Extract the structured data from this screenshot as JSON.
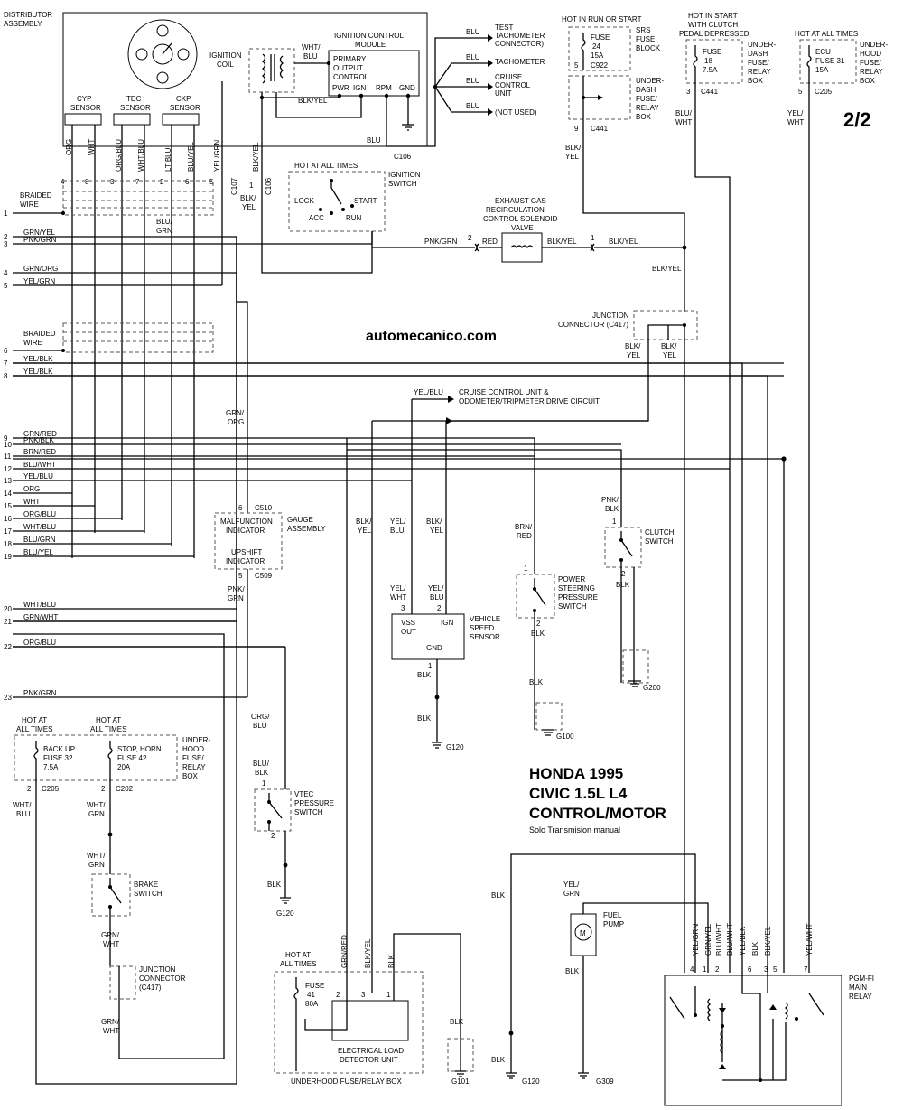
{
  "page_marker": "2/2",
  "watermark": "automecanico.com",
  "title": {
    "line1": "HONDA 1995",
    "line2": "CIVIC 1.5L  L4",
    "line3": "CONTROL/MOTOR",
    "note": "Solo Transmision manual"
  },
  "distributor": {
    "label1": "DISTRIBUTOR",
    "label2": "ASSEMBLY",
    "ignition_coil": [
      "IGNITION",
      "COIL"
    ],
    "icm": [
      "IGNITION CONTROL",
      "MODULE"
    ],
    "icm_inner": [
      "PRIMARY",
      "OUTPUT",
      "CONTROL"
    ],
    "icm_pins": [
      "PWR",
      "IGN",
      "RPM",
      "GND"
    ],
    "sensors": [
      {
        "name": [
          "CYP",
          "SENSOR"
        ]
      },
      {
        "name": [
          "TDC",
          "SENSOR"
        ]
      },
      {
        "name": [
          "CKP",
          "SENSOR"
        ]
      }
    ],
    "pins": [
      "4",
      "8",
      "3",
      "7",
      "2",
      "6",
      "5",
      "1"
    ],
    "wire_colors": [
      "ORG",
      "WHT",
      "ORG/BLU",
      "WHT/BLU",
      "LT BLU",
      "BLU/YEL",
      "YEL/GRN",
      "BLK/YEL"
    ],
    "connectors": [
      "C107",
      "C106"
    ],
    "wht_blu": [
      "WHT/",
      "BLU"
    ],
    "blk_yel": "BLK/YEL"
  },
  "tach_outputs": [
    {
      "wire": "BLU",
      "label": [
        "TEST",
        "TACHOMETER",
        "CONNECTOR)"
      ]
    },
    {
      "wire": "BLU",
      "label": [
        "TACHOMETER"
      ]
    },
    {
      "wire": "BLU",
      "label": [
        "CRUISE",
        "CONTROL",
        "UNIT"
      ]
    },
    {
      "wire": "BLU",
      "label": [
        "(NOT USED)"
      ]
    }
  ],
  "c106_blu": "BLU",
  "c106_label": "C106",
  "ignition_switch": {
    "hot": "HOT AT ALL TIMES",
    "name": [
      "IGNITION",
      "SWITCH"
    ],
    "positions": [
      "LOCK",
      "START",
      "ACC",
      "RUN"
    ]
  },
  "srs_fuse": {
    "hot": "HOT IN RUN OR START",
    "fuse": [
      "FUSE",
      "24",
      "15A"
    ],
    "conn": "C922",
    "pin": "5",
    "box": [
      "SRS",
      "FUSE",
      "BLOCK"
    ],
    "box2": [
      "UNDER-",
      "DASH",
      "FUSE/",
      "RELAY",
      "BOX"
    ],
    "pin2": "9",
    "conn2": "C441",
    "wire": [
      "BLK/",
      "YEL"
    ]
  },
  "clutch_fuse": {
    "hot": [
      "HOT IN START",
      "WITH CLUTCH",
      "PEDAL DEPRESSED"
    ],
    "fuse": [
      "FUSE",
      "18",
      "7.5A"
    ],
    "box": [
      "UNDER-",
      "DASH",
      "FUSE/",
      "RELAY",
      "BOX"
    ],
    "pin": "3",
    "conn": "C441",
    "wire": [
      "BLU/",
      "WHT"
    ]
  },
  "ecu_fuse": {
    "hot": "HOT AT ALL TIMES",
    "fuse": [
      "ECU",
      "FUSE 31",
      "15A"
    ],
    "box": [
      "UNDER-",
      "HOOD",
      "FUSE/",
      "RELAY",
      "BOX"
    ],
    "pin": "5",
    "conn": "C205",
    "wire": [
      "YEL/",
      "WHT"
    ]
  },
  "left_wires": [
    {
      "num": "1",
      "label": [
        "BRAIDED",
        "WIRE"
      ]
    },
    {
      "num": "2",
      "label": [
        "GRN/YEL"
      ]
    },
    {
      "num": "3",
      "label": [
        "PNK/GRN"
      ]
    },
    {
      "num": "4",
      "label": [
        "GRN/ORG"
      ]
    },
    {
      "num": "5",
      "label": [
        "YEL/GRN"
      ]
    },
    {
      "num": "6",
      "label": [
        "BRAIDED",
        "WIRE"
      ]
    },
    {
      "num": "7",
      "label": [
        "YEL/BLK"
      ]
    },
    {
      "num": "8",
      "label": [
        "YEL/BLK"
      ]
    },
    {
      "num": "9",
      "label": [
        "GRN/RED"
      ]
    },
    {
      "num": "10",
      "label": [
        "PNK/BLK"
      ]
    },
    {
      "num": "11",
      "label": [
        "BRN/RED"
      ]
    },
    {
      "num": "12",
      "label": [
        "BLU/WHT"
      ]
    },
    {
      "num": "13",
      "label": [
        "YEL/BLU"
      ]
    },
    {
      "num": "14",
      "label": [
        "ORG"
      ]
    },
    {
      "num": "15",
      "label": [
        "WHT"
      ]
    },
    {
      "num": "16",
      "label": [
        "ORG/BLU"
      ]
    },
    {
      "num": "17",
      "label": [
        "WHT/BLU"
      ]
    },
    {
      "num": "18",
      "label": [
        "BLU/GRN"
      ]
    },
    {
      "num": "19",
      "label": [
        "BLU/YEL"
      ]
    },
    {
      "num": "20",
      "label": [
        "WHT/BLU"
      ]
    },
    {
      "num": "21",
      "label": [
        "GRN/WHT"
      ]
    },
    {
      "num": "22",
      "label": [
        "ORG/BLU"
      ]
    },
    {
      "num": "23",
      "label": [
        "PNK/GRN"
      ]
    }
  ],
  "blu_grn_mid": [
    "BLU/",
    "GRN"
  ],
  "blk_yel_mid": [
    "BLK/",
    "YEL"
  ],
  "egr": {
    "title": [
      "EXHAUST GAS",
      "RECIRCULATION",
      "CONTROL SOLENOID",
      "VALVE"
    ],
    "pin_left": "2",
    "pin_right": "1",
    "w1": "PNK/GRN",
    "w2": "RED",
    "w3": "BLK/YEL",
    "w4": "BLK/YEL",
    "down": "BLK/YEL"
  },
  "junction_c417": {
    "label": [
      "JUNCTION",
      "CONNECTOR (C417)"
    ],
    "w1": [
      "BLK/",
      "YEL"
    ],
    "w2": [
      "BLK/",
      "YEL"
    ]
  },
  "cruise_link": {
    "wire": "YEL/BLU",
    "label": [
      "CRUISE CONTROL UNIT &",
      "ODOMETER/TRIPMETER DRIVE CIRCUIT"
    ]
  },
  "grn_org": [
    "GRN/",
    "ORG"
  ],
  "gauge": {
    "pin_top": "6",
    "conn_top": "C510",
    "name": [
      "GAUGE",
      "ASSEMBLY"
    ],
    "items": [
      "MALFUNCTION",
      "INDICATOR",
      "UPSHIFT",
      "INDICATOR"
    ],
    "pin_bot": "5",
    "conn_bot": "C509",
    "wire": [
      "PNK/",
      "GRN"
    ]
  },
  "vss": {
    "w_left_top": [
      "YEL/",
      "BLU"
    ],
    "w_right_top": [
      "BLK/",
      "YEL"
    ],
    "w_left": [
      "YEL/",
      "WHT"
    ],
    "w_right": [
      "YEL/",
      "BLU"
    ],
    "pins": [
      "3",
      "2",
      "1"
    ],
    "terminals": [
      "VSS",
      "OUT",
      "IGN",
      "GND"
    ],
    "name": [
      "VEHICLE",
      "SPEED",
      "SENSOR"
    ],
    "gnd_wire": "BLK",
    "gnd_wire2": "BLK",
    "ground": "G120"
  },
  "blk_yel_long": [
    "BLK/",
    "YEL"
  ],
  "ps_switch": {
    "wire": [
      "BRN/",
      "RED"
    ],
    "pin1": "1",
    "pin2": "2",
    "name": [
      "POWER",
      "STEERING",
      "PRESSURE",
      "SWITCH"
    ],
    "gnd": "BLK",
    "gnd2": "BLK",
    "ground": "G100"
  },
  "clutch_switch": {
    "wire": [
      "PNK/",
      "BLK"
    ],
    "pin1": "1",
    "pin2": "2",
    "name": [
      "CLUTCH",
      "SWITCH"
    ],
    "gnd": "BLK",
    "ground": "G200"
  },
  "hot_left": {
    "hot1": [
      "HOT AT",
      "ALL TIMES"
    ],
    "hot2": [
      "HOT AT",
      "ALL TIMES"
    ],
    "fuse1": [
      "BACK UP",
      "FUSE 32",
      "7.5A"
    ],
    "fuse2": [
      "STOP, HORN",
      "FUSE 42",
      "20A"
    ],
    "box": [
      "UNDER-",
      "HOOD",
      "FUSE/",
      "RELAY",
      "BOX"
    ],
    "pin1": "2",
    "conn1": "C205",
    "pin2": "2",
    "conn2": "C202",
    "w1": [
      "WHT/",
      "BLU"
    ],
    "w2": [
      "WHT/",
      "GRN"
    ],
    "w3": [
      "WHT/",
      "GRN"
    ]
  },
  "brake_switch": {
    "name": [
      "BRAKE",
      "SWITCH"
    ],
    "w_below": [
      "GRN/",
      "WHT"
    ],
    "junction": [
      "JUNCTION",
      "CONNECTOR",
      "(C417)"
    ],
    "w_last": [
      "GRN/",
      "WHT"
    ]
  },
  "vtec": {
    "w1": [
      "ORG/",
      "BLU"
    ],
    "w2": [
      "BLU/",
      "BLK"
    ],
    "pin1": "1",
    "pin2": "2",
    "name": [
      "VTEC",
      "PRESSURE",
      "SWITCH"
    ],
    "gnd": "BLK",
    "ground": "G120"
  },
  "eld": {
    "hot": [
      "HOT AT",
      "ALL TIMES"
    ],
    "fuse": [
      "FUSE",
      "41",
      "80A"
    ],
    "wires": [
      "GRN/RED",
      "BLK/YEL",
      "BLK"
    ],
    "pins": [
      "2",
      "3",
      "1"
    ],
    "name": [
      "ELECTRICAL LOAD",
      "DETECTOR UNIT"
    ],
    "box": "UNDERHOOD FUSE/RELAY BOX",
    "gnd_wire": "BLK",
    "ground": "G101"
  },
  "ground_g120_bottom": {
    "wire1": "BLK",
    "wire2": "BLK",
    "ground": "G120"
  },
  "fuel_pump": {
    "wire": [
      "YEL/",
      "GRN"
    ],
    "symbol": "M",
    "name": [
      "FUEL",
      "PUMP"
    ],
    "gnd": "BLK",
    "ground": "G309"
  },
  "main_relay": {
    "name": [
      "PGM-FI",
      "MAIN",
      "RELAY"
    ],
    "wires": [
      "YEL/GRN",
      "GRN/YEL",
      "BLU/WHT",
      "BLU/WHT",
      "YEL/BLK",
      "BLK",
      "BLK/YEL",
      "YEL/WHT"
    ],
    "pins": [
      "4",
      "1",
      "2",
      "6",
      "3",
      "5",
      "7"
    ]
  }
}
